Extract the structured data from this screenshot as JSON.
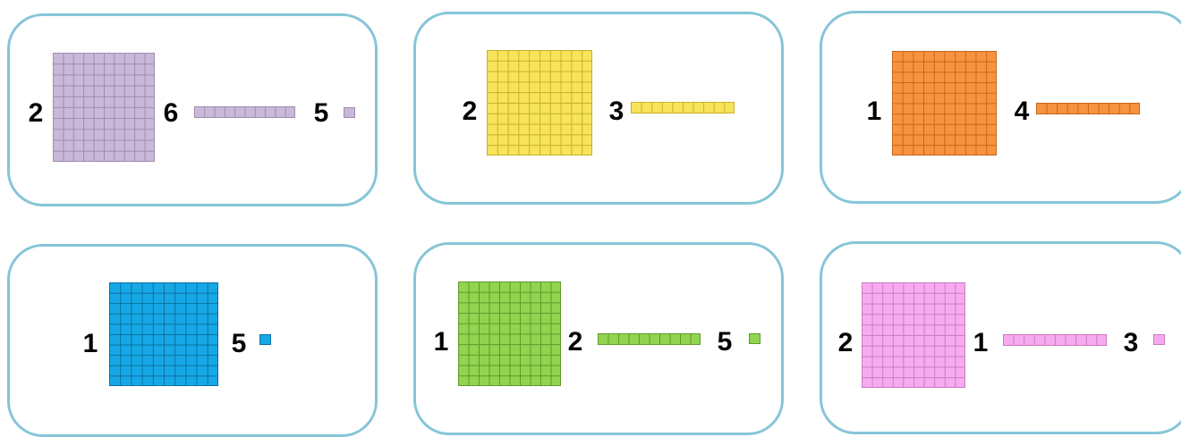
{
  "cards": [
    {
      "labels": [
        "2",
        "6",
        "5"
      ],
      "color": "#c9b8d8",
      "line": "#9e8cb0"
    },
    {
      "labels": [
        "2",
        "3"
      ],
      "color": "#f7e45a",
      "line": "#c8b12a"
    },
    {
      "labels": [
        "1",
        "4"
      ],
      "color": "#f7933e",
      "line": "#c8661a"
    },
    {
      "labels": [
        "1",
        "5"
      ],
      "color": "#16a8e6",
      "line": "#0a6f9f"
    },
    {
      "labels": [
        "1",
        "2",
        "5"
      ],
      "color": "#92d350",
      "line": "#5f9a2a"
    },
    {
      "labels": [
        "2",
        "1",
        "3"
      ],
      "color": "#f7aaef",
      "line": "#c77dbf"
    }
  ]
}
